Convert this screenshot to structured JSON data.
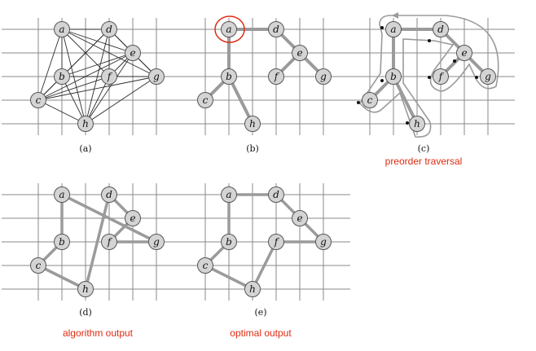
{
  "colors": {
    "grid": "#8a8a8a",
    "thin_edge": "#2b2b2b",
    "thick_edge": "#9b9b9b",
    "node_fill": "#d4d4d4",
    "node_stroke": "#555555",
    "highlight": "#e02b13",
    "dot": "#111111"
  },
  "panels": [
    {
      "id": "a",
      "caption": "(a)",
      "nodes": [
        "a",
        "b",
        "c",
        "d",
        "e",
        "f",
        "g",
        "h"
      ]
    },
    {
      "id": "b",
      "caption": "(b)",
      "nodes": [
        "a",
        "b",
        "c",
        "d",
        "e",
        "f",
        "g",
        "h"
      ]
    },
    {
      "id": "c",
      "caption": "(c)",
      "nodes": [
        "a",
        "b",
        "c",
        "d",
        "e",
        "f",
        "g",
        "h"
      ],
      "note": "preorder traversal"
    },
    {
      "id": "d",
      "caption": "(d)",
      "nodes": [
        "a",
        "b",
        "c",
        "d",
        "e",
        "f",
        "g",
        "h"
      ],
      "note": "algorithm output"
    },
    {
      "id": "e",
      "caption": "(e)",
      "nodes": [
        "a",
        "b",
        "c",
        "d",
        "e",
        "f",
        "g",
        "h"
      ],
      "note": "optimal output"
    }
  ]
}
